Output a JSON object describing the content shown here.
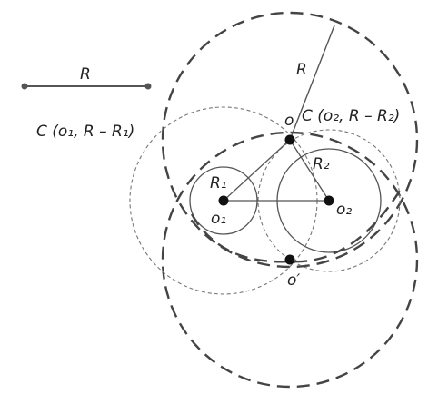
{
  "labels": {
    "r_segment": "R",
    "r_radius": "R",
    "c1_label": "C (o₁, R – R₁)",
    "c2_label": "C (o₂, R – R₂)",
    "o_point": "o",
    "o_prime_point": "o′",
    "o1_point": "o₁",
    "o2_point": "o₂",
    "r1_label": "R₁",
    "r2_label": "R₂"
  }
}
